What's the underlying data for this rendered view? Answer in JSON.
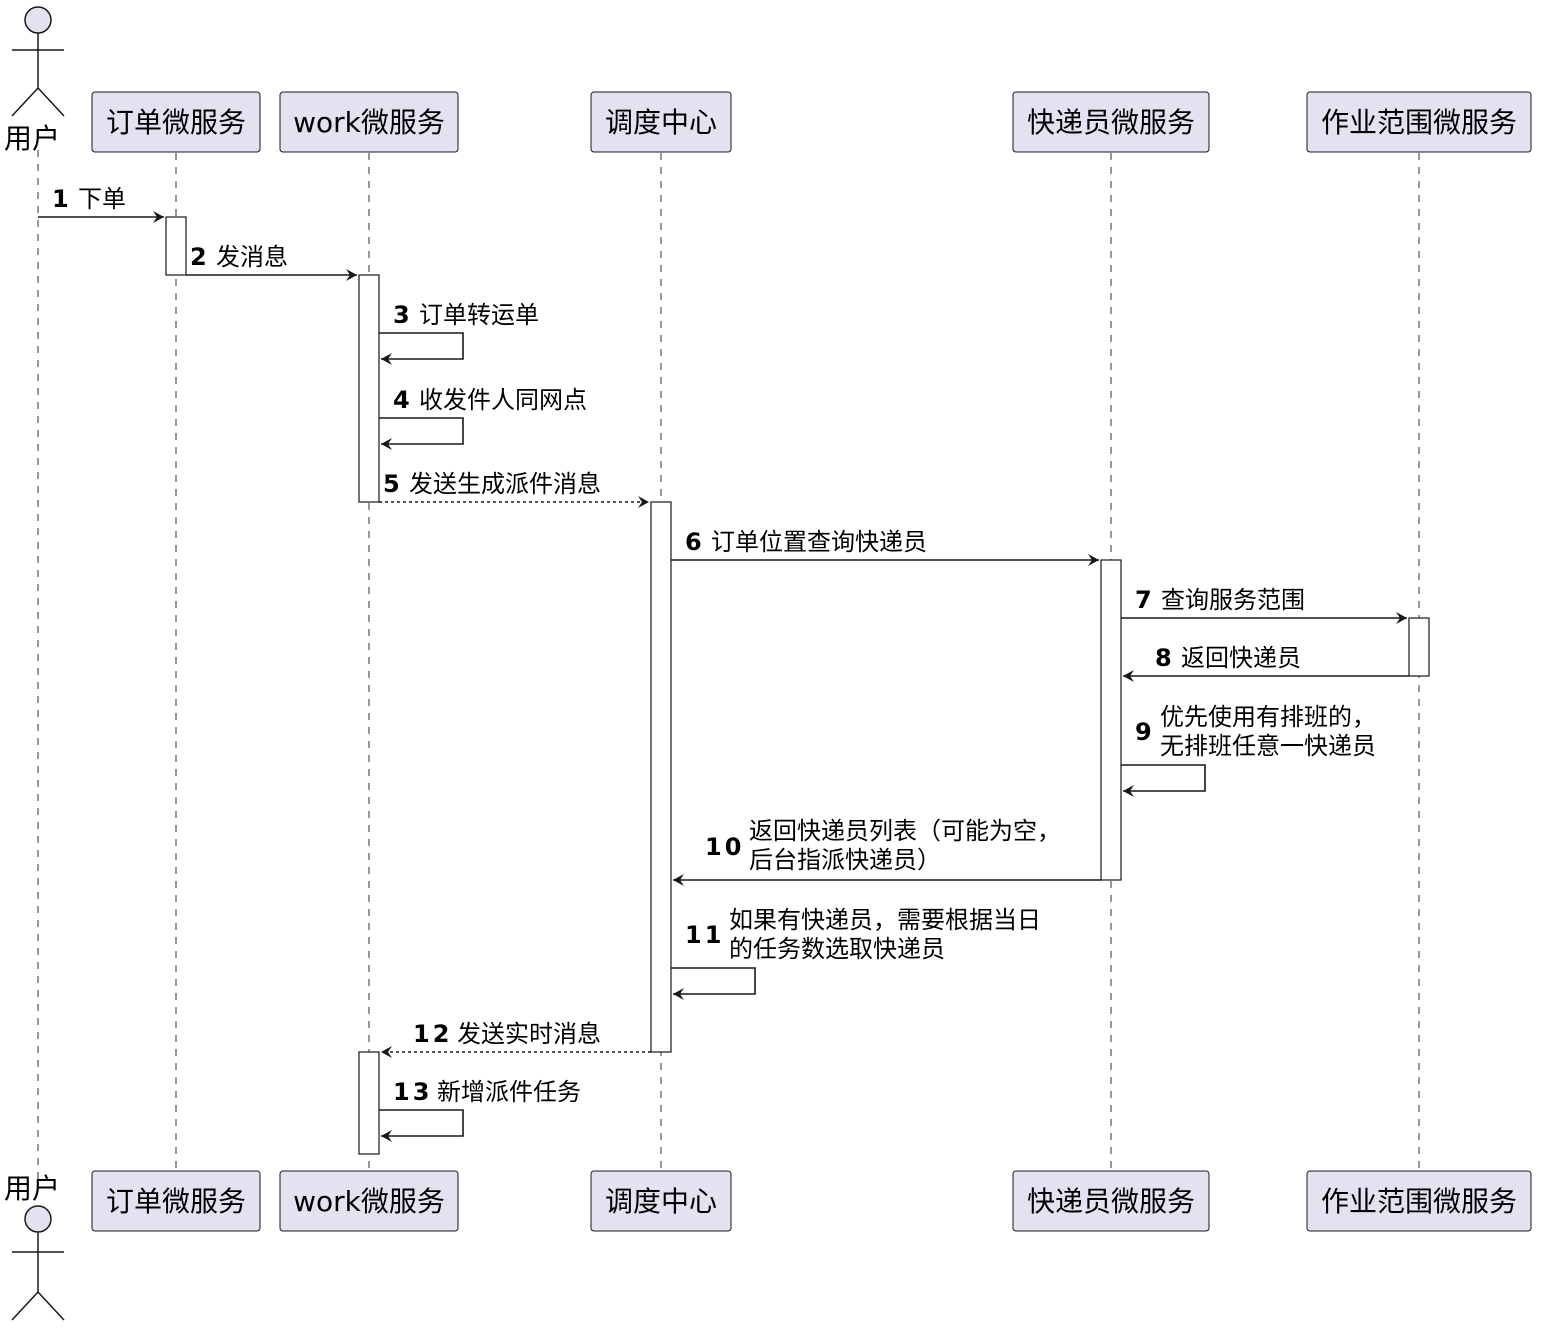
{
  "actor": {
    "name": "用户"
  },
  "participants": [
    {
      "id": "order",
      "name": "订单微服务"
    },
    {
      "id": "work",
      "name": "work微服务"
    },
    {
      "id": "dispatch",
      "name": "调度中心"
    },
    {
      "id": "courier",
      "name": "快递员微服务"
    },
    {
      "id": "scope",
      "name": "作业范围微服务"
    }
  ],
  "messages": [
    {
      "num": "1",
      "from": "user",
      "to": "order",
      "style": "solid",
      "lines": [
        "下单"
      ]
    },
    {
      "num": "2",
      "from": "order",
      "to": "work",
      "style": "solid",
      "lines": [
        "发消息"
      ]
    },
    {
      "num": "3",
      "from": "work",
      "to": "work",
      "style": "solid",
      "lines": [
        "订单转运单"
      ]
    },
    {
      "num": "4",
      "from": "work",
      "to": "work",
      "style": "solid",
      "lines": [
        "收发件人同网点"
      ]
    },
    {
      "num": "5",
      "from": "work",
      "to": "dispatch",
      "style": "dashed",
      "lines": [
        "发送生成派件消息"
      ]
    },
    {
      "num": "6",
      "from": "dispatch",
      "to": "courier",
      "style": "solid",
      "lines": [
        "订单位置查询快递员"
      ]
    },
    {
      "num": "7",
      "from": "courier",
      "to": "scope",
      "style": "solid",
      "lines": [
        "查询服务范围"
      ]
    },
    {
      "num": "8",
      "from": "scope",
      "to": "courier",
      "style": "solid",
      "lines": [
        "返回快递员"
      ]
    },
    {
      "num": "9",
      "from": "courier",
      "to": "courier",
      "style": "solid",
      "lines": [
        "优先使用有排班的，",
        "无排班任意一快递员"
      ]
    },
    {
      "num": "10",
      "from": "courier",
      "to": "dispatch",
      "style": "solid",
      "lines": [
        "返回快递员列表（可能为空，",
        "后台指派快递员）"
      ]
    },
    {
      "num": "11",
      "from": "dispatch",
      "to": "dispatch",
      "style": "solid",
      "lines": [
        "如果有快递员，需要根据当日",
        "的任务数选取快递员"
      ]
    },
    {
      "num": "12",
      "from": "dispatch",
      "to": "work",
      "style": "dashed",
      "lines": [
        "发送实时消息"
      ]
    },
    {
      "num": "13",
      "from": "work",
      "to": "work",
      "style": "solid",
      "lines": [
        "新增派件任务"
      ]
    }
  ]
}
